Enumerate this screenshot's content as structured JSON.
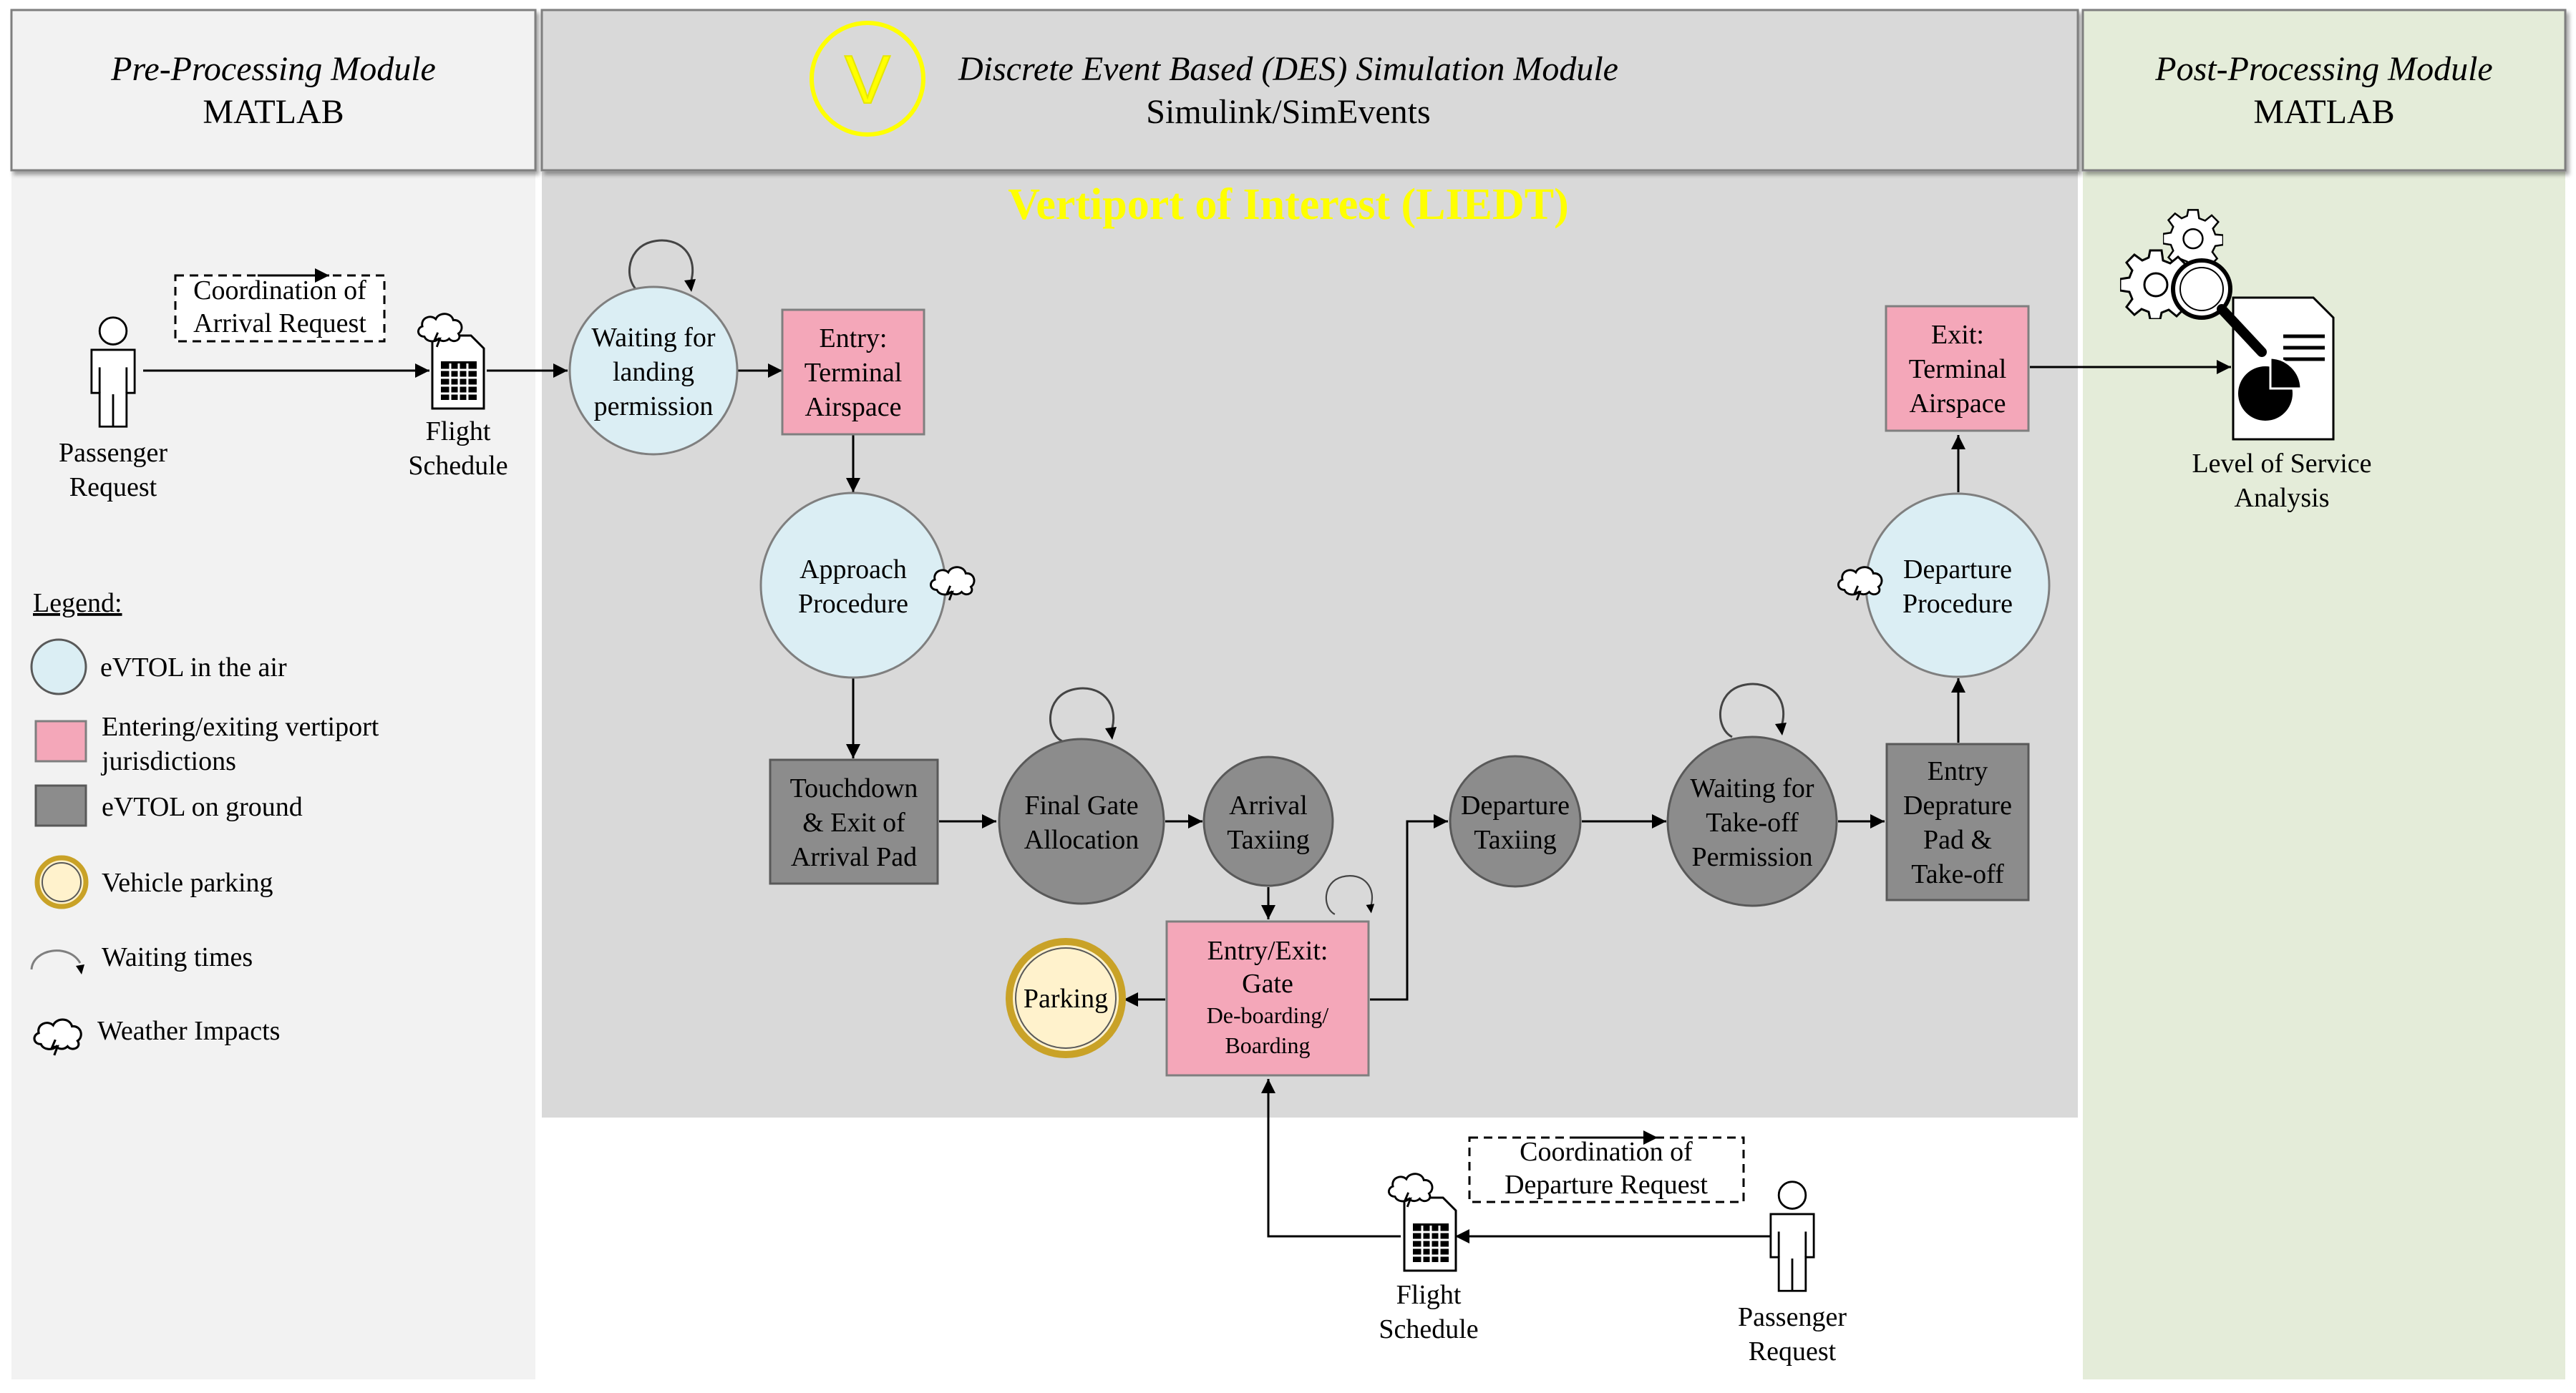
{
  "modules": {
    "pre": {
      "title": "Pre-Processing Module",
      "tool": "MATLAB"
    },
    "sim": {
      "title": "Discrete Event Based (DES) Simulation Module",
      "tool": "Simulink/SimEvents",
      "logo_letter": "V"
    },
    "post": {
      "title": "Post-Processing Module",
      "tool": "MATLAB"
    }
  },
  "vertiport_title": "Vertiport of Interest (LIEDT)",
  "colors": {
    "module_header": "#f2f2f2",
    "sim_header": "#d9d9d9",
    "sim_area": "#d9d9d9",
    "pre_area": "#f2f2f2",
    "post_area": "#e4ecd9",
    "air": "#dbeef4",
    "entry_exit": "#f4a7b9",
    "ground": "#8c8c8c",
    "parking": "#fff2cc",
    "parking_ring": "#c9a227",
    "accent_yellow": "#ffff00"
  },
  "arrival": {
    "passenger": [
      "Passenger",
      "Request"
    ],
    "coordination": [
      "Coordination of",
      "Arrival Request"
    ],
    "schedule": [
      "Flight",
      "Schedule"
    ]
  },
  "departure": {
    "passenger": [
      "Passenger",
      "Request"
    ],
    "coordination": [
      "Coordination of",
      "Departure Request"
    ],
    "schedule": [
      "Flight",
      "Schedule"
    ]
  },
  "nodes": {
    "waiting_landing": [
      "Waiting for",
      "landing",
      "permission"
    ],
    "entry_terminal": [
      "Entry:",
      "Terminal",
      "Airspace"
    ],
    "approach": [
      "Approach",
      "Procedure"
    ],
    "touchdown": [
      "Touchdown",
      "& Exit of",
      "Arrival Pad"
    ],
    "final_gate": [
      "Final Gate",
      "Allocation"
    ],
    "arrival_taxiing": [
      "Arrival",
      "Taxiing"
    ],
    "gate": [
      "Entry/Exit:",
      "Gate",
      "De-boarding/",
      "Boarding"
    ],
    "parking": [
      "Parking"
    ],
    "departure_taxiing": [
      "Departure",
      "Taxiing"
    ],
    "waiting_takeoff": [
      "Waiting for",
      "Take-off",
      "Permission"
    ],
    "entry_departure_pad": [
      "Entry",
      "Deprature",
      "Pad &",
      "Take-off"
    ],
    "departure_procedure": [
      "Departure",
      "Procedure"
    ],
    "exit_terminal": [
      "Exit:",
      "Terminal",
      "Airspace"
    ]
  },
  "analysis": [
    "Level of Service",
    "Analysis"
  ],
  "legend": {
    "title": "Legend:",
    "items": [
      {
        "icon": "blue-circle-icon",
        "label": [
          "eVTOL in the air"
        ]
      },
      {
        "icon": "pink-square-icon",
        "label": [
          "Entering/exiting vertiport",
          "jurisdictions"
        ]
      },
      {
        "icon": "gray-square-icon",
        "label": [
          "eVTOL on ground"
        ]
      },
      {
        "icon": "parking-circle-icon",
        "label": [
          "Vehicle parking"
        ]
      },
      {
        "icon": "loop-arrow-icon",
        "label": [
          "Waiting times"
        ]
      },
      {
        "icon": "cloud-storm-icon",
        "label": [
          "Weather Impacts"
        ]
      }
    ]
  }
}
